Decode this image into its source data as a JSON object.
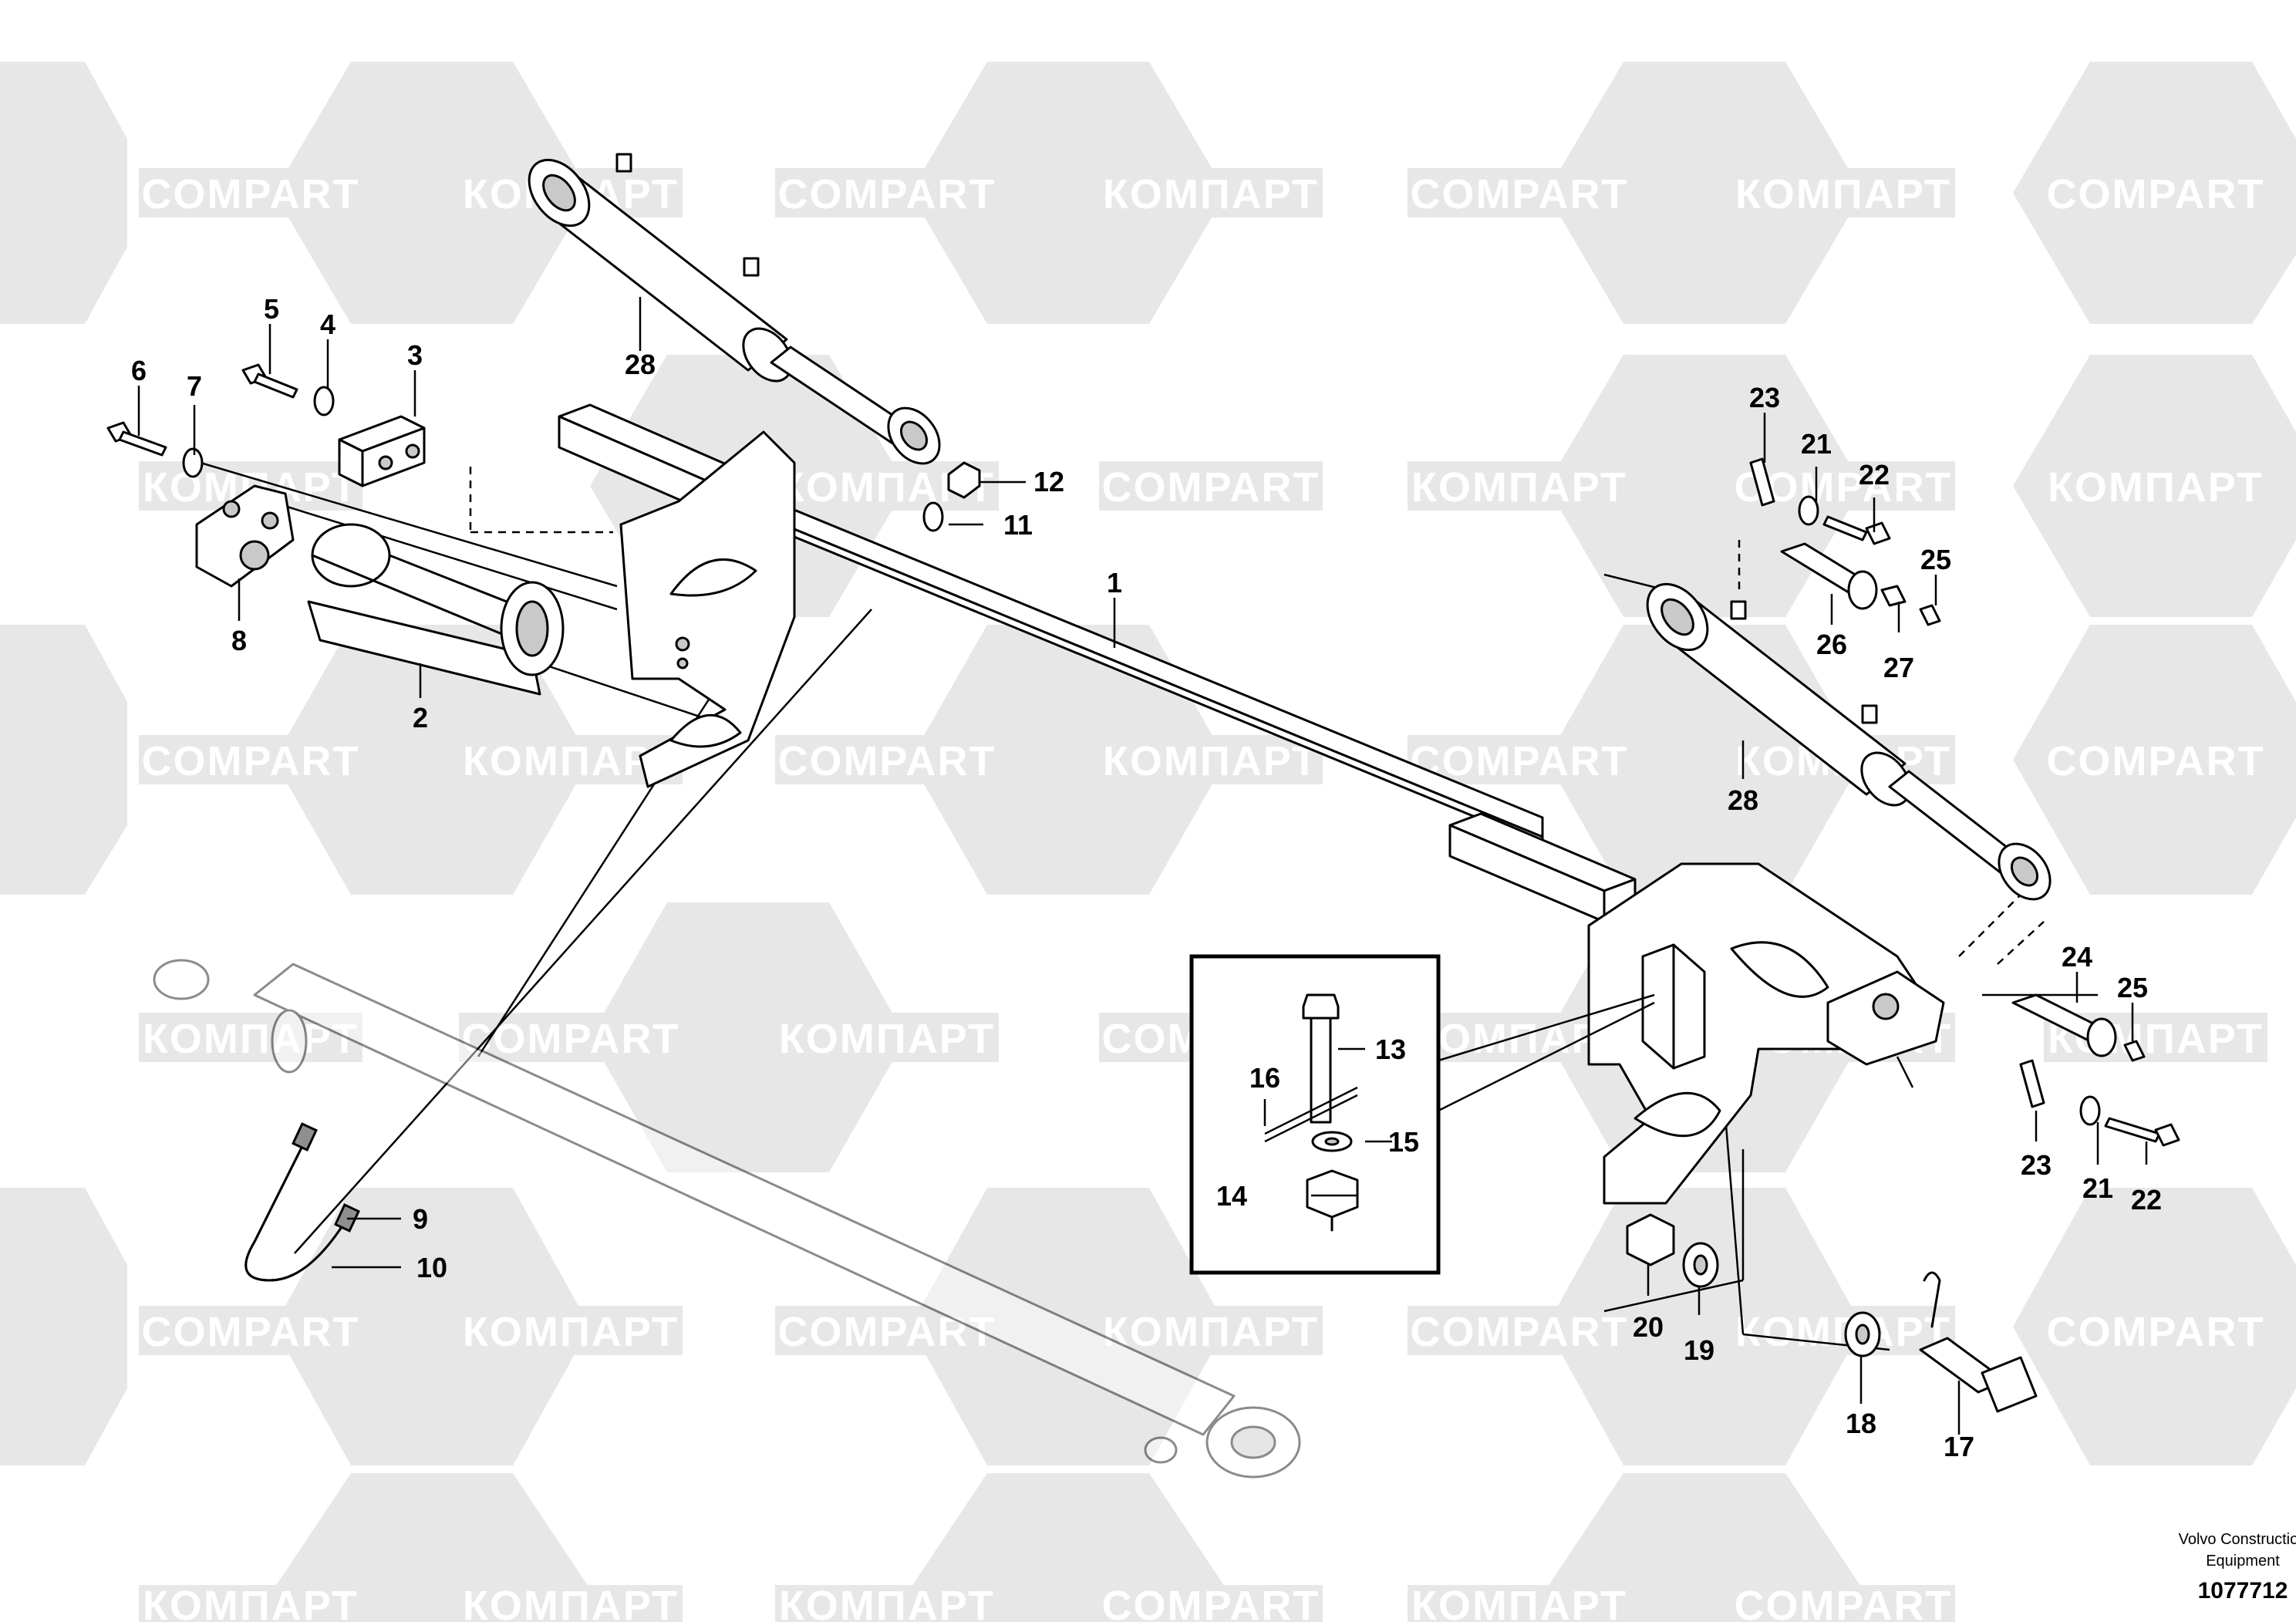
{
  "watermark": {
    "latin": "COMPART",
    "cyrillic": "КОМПАРТ"
  },
  "callouts": {
    "c1": "1",
    "c2": "2",
    "c3": "3",
    "c4": "4",
    "c5": "5",
    "c6": "6",
    "c7": "7",
    "c8": "8",
    "c9": "9",
    "c10": "10",
    "c11": "11",
    "c12": "12",
    "c13": "13",
    "c14": "14",
    "c15": "15",
    "c16": "16",
    "c17": "17",
    "c18": "18",
    "c19": "19",
    "c20": "20",
    "c21a": "21",
    "c21b": "21",
    "c22a": "22",
    "c22b": "22",
    "c23a": "23",
    "c23b": "23",
    "c24": "24",
    "c25a": "25",
    "c25b": "25",
    "c26": "26",
    "c27": "27",
    "c28a": "28",
    "c28b": "28"
  },
  "footer": {
    "maker_line1": "Volvo Construction",
    "maker_line2": "Equipment",
    "drawing_number": "1077712"
  }
}
